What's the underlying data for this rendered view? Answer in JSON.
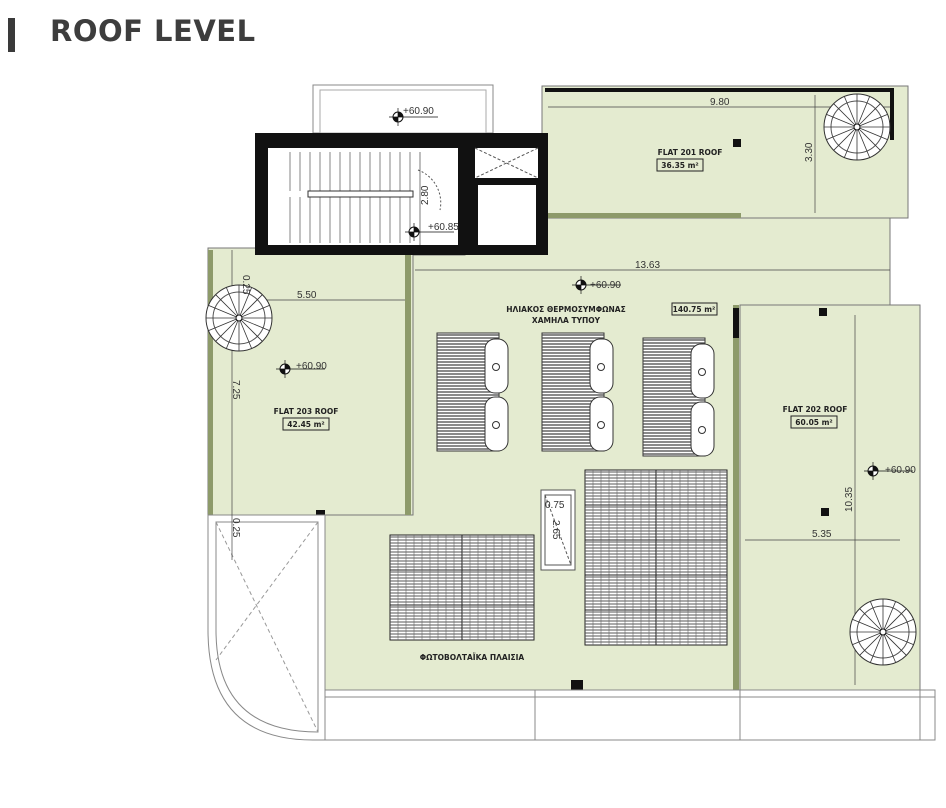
{
  "title": "ROOF LEVEL",
  "colors": {
    "roof_green": "#e4ebd0",
    "wall": "#111111",
    "parapet": "#8d9a6a"
  },
  "elevations": {
    "top_balcony": "+60.90",
    "stair": "+60.85",
    "main_roof": "+60.90",
    "flat203": "+60.90",
    "flat202": "+60.90"
  },
  "dimensions": {
    "flat201_width": "9.80",
    "flat201_depth": "3.30",
    "stair_depth": "2.80",
    "main_width": "13.63",
    "flat203_width": "5.50",
    "flat203_top_offset": "0.25",
    "flat203_depth": "7.25",
    "flat203_bottom_offset": "0.25",
    "flat202_depth": "10.35",
    "flat202_width": "5.35",
    "hatch_width": "0.75",
    "hatch_length": "2.65"
  },
  "spaces": {
    "flat201": {
      "label": "FLAT 201 ROOF",
      "area": "36.35 m²"
    },
    "flat202": {
      "label": "FLAT 202 ROOF",
      "area": "60.05 m²"
    },
    "flat203": {
      "label": "FLAT 203 ROOF",
      "area": "42.45 m²"
    },
    "main": {
      "label_line1": "ΗΛΙΑΚΟΣ ΘΕΡΜΟΣΥΜΦΩΝΑΣ",
      "label_line2": "ΧΑΜΗΛΑ ΤΥΠΟΥ",
      "area": "140.75 m²",
      "pv_label": "ΦΩΤΟΒΟΛΤΑΪΚΑ ΠΛΑΙΣΙΑ"
    }
  }
}
